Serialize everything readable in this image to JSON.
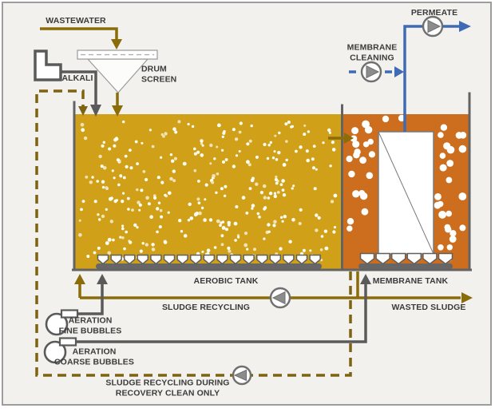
{
  "labels": {
    "wastewater": "WASTEWATER",
    "alkali": "ALKALI",
    "drum_screen": {
      "line1": "DRUM",
      "line2": "SCREEN"
    },
    "permeate": "PERMEATE",
    "membrane_cleaning": {
      "line1": "MEMBRANE",
      "line2": "CLEANING"
    },
    "aerobic_tank": "AEROBIC TANK",
    "membrane_tank": "MEMBRANE TANK",
    "sludge_recycling": "SLUDGE RECYCLING",
    "wasted_sludge": "WASTED SLUDGE",
    "aeration_fine": {
      "line1": "AERATION",
      "line2": "FINE BUBBLES"
    },
    "aeration_coarse": {
      "line1": "AERATION",
      "line2": "COARSE BUBBLES"
    },
    "recovery_recycling": {
      "line1": "SLUDGE RECYCLING DURING",
      "line2": "RECOVERY CLEAN ONLY"
    }
  },
  "colors": {
    "pipe_olive": "#8a6c08",
    "pipe_olive_dashed": "#7d6410",
    "tank_gold": "#d0a019",
    "tank_orange": "#cd6d1e",
    "pipe_gray": "#5a5a5a",
    "wall_gray": "#636363",
    "pipe_blue": "#3f6ab5",
    "pump_triangle": "#8c8c8c",
    "background": "#f2f1ee"
  },
  "icons": {
    "pump_icon": "circle with flow-direction triangle",
    "blower_icon": "circle with top outlet duct",
    "drum_screen_icon": "screen bar with funnel",
    "alkali_tank_icon": "L-shaped dosing vessel"
  }
}
